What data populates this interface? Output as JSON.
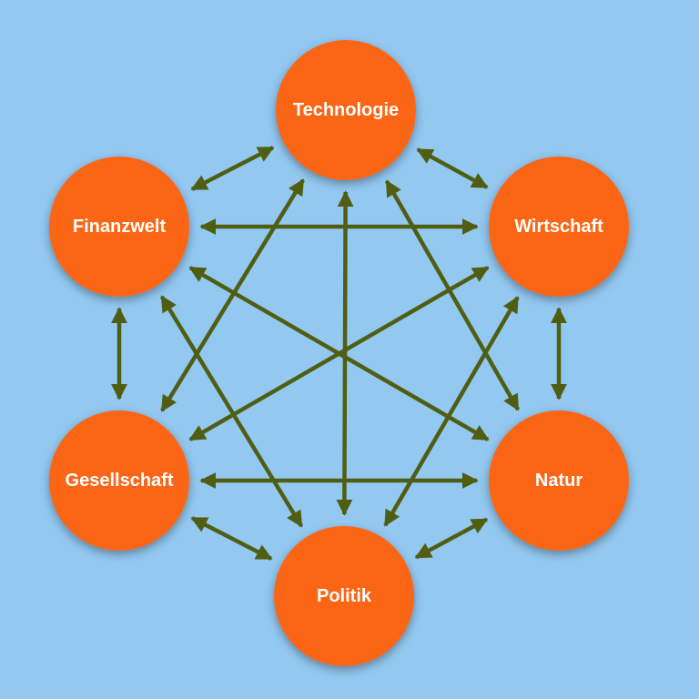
{
  "colors": {
    "background": "#93c8f1",
    "node_fill": "#fa6619",
    "edge": "#4f5e12",
    "label": "#ffffff"
  },
  "nodes": [
    {
      "id": "technologie",
      "label": "Technologie"
    },
    {
      "id": "wirtschaft",
      "label": "Wirtschaft"
    },
    {
      "id": "natur",
      "label": "Natur"
    },
    {
      "id": "politik",
      "label": "Politik"
    },
    {
      "id": "gesellschaft",
      "label": "Gesellschaft"
    },
    {
      "id": "finanzwelt",
      "label": "Finanzwelt"
    }
  ],
  "edges": [
    {
      "from": "technologie",
      "to": "wirtschaft",
      "bidirectional": true
    },
    {
      "from": "technologie",
      "to": "natur",
      "bidirectional": true
    },
    {
      "from": "technologie",
      "to": "politik",
      "bidirectional": true
    },
    {
      "from": "technologie",
      "to": "gesellschaft",
      "bidirectional": true
    },
    {
      "from": "technologie",
      "to": "finanzwelt",
      "bidirectional": true
    },
    {
      "from": "wirtschaft",
      "to": "natur",
      "bidirectional": true
    },
    {
      "from": "wirtschaft",
      "to": "politik",
      "bidirectional": true
    },
    {
      "from": "wirtschaft",
      "to": "gesellschaft",
      "bidirectional": true
    },
    {
      "from": "wirtschaft",
      "to": "finanzwelt",
      "bidirectional": true
    },
    {
      "from": "natur",
      "to": "politik",
      "bidirectional": true
    },
    {
      "from": "natur",
      "to": "gesellschaft",
      "bidirectional": true
    },
    {
      "from": "natur",
      "to": "finanzwelt",
      "bidirectional": true
    },
    {
      "from": "politik",
      "to": "gesellschaft",
      "bidirectional": true
    },
    {
      "from": "politik",
      "to": "finanzwelt",
      "bidirectional": true
    },
    {
      "from": "gesellschaft",
      "to": "finanzwelt",
      "bidirectional": true
    }
  ]
}
